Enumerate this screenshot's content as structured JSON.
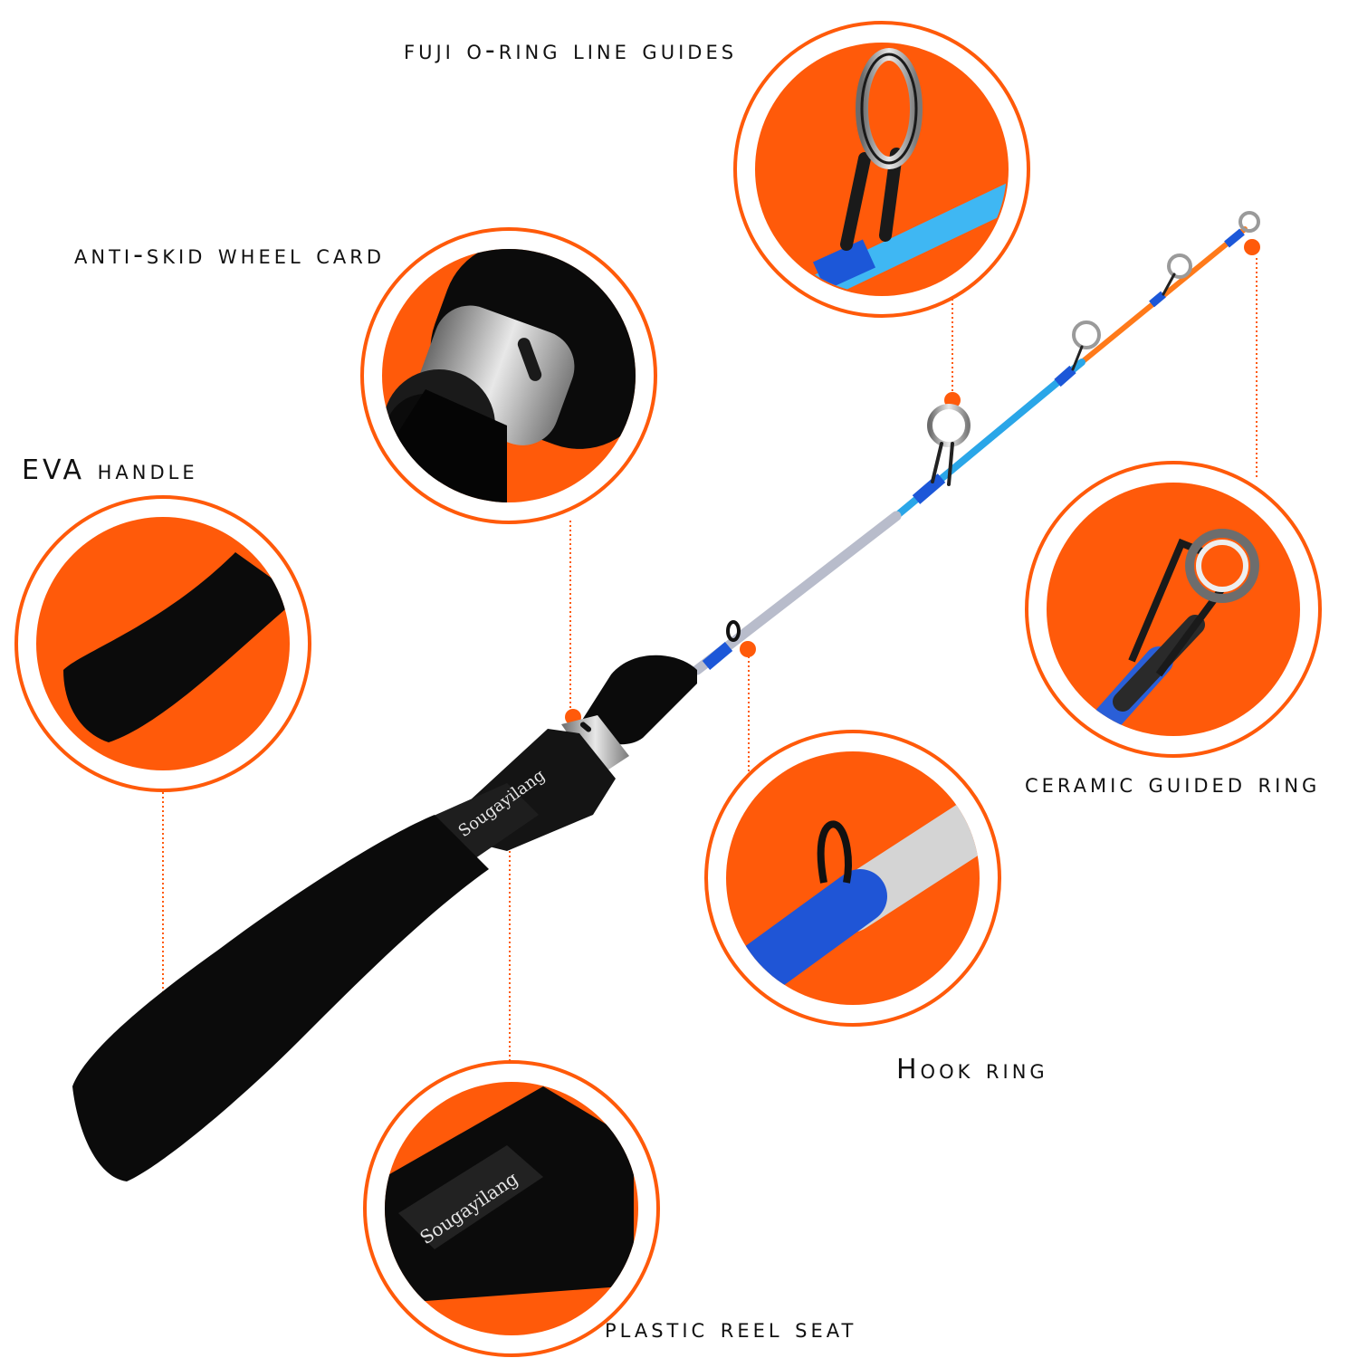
{
  "labels": {
    "fuji": "FUJI O-RING LINE GUIDES",
    "anti_skid": "ANTI-SKID WHEEL CARD",
    "eva": "EVA handle",
    "ceramic": "CERAMIC GUIDED RING",
    "hook": "Hook ring",
    "reel_seat": "PLASTIC REEL SEAT"
  },
  "brand": "Sougayilang",
  "colors": {
    "accent_orange": "#ff5a0a",
    "rod_blue": "#2aa6e8",
    "handle_black": "#0b0b0b"
  }
}
